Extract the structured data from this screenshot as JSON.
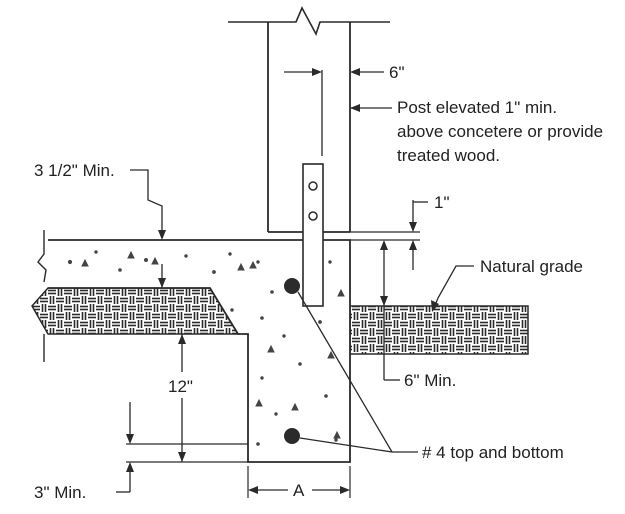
{
  "labels": {
    "post_width": "6\"",
    "post_note_1": "Post elevated 1\" min.",
    "post_note_2": "above concetere or provide",
    "post_note_3": "treated wood.",
    "slab_min": "3 1/2\" Min.",
    "elevation": "1\"",
    "natural_grade": "Natural grade",
    "depth": "12\"",
    "footing_min": "6\" Min.",
    "rebar": "# 4 top and bottom",
    "cover_min": "3\" Min.",
    "footing_width": "A"
  },
  "colors": {
    "line": "#2a2a2a",
    "concrete_speck": "#444444",
    "rebar": "#2b2b2b",
    "background": "#ffffff"
  }
}
